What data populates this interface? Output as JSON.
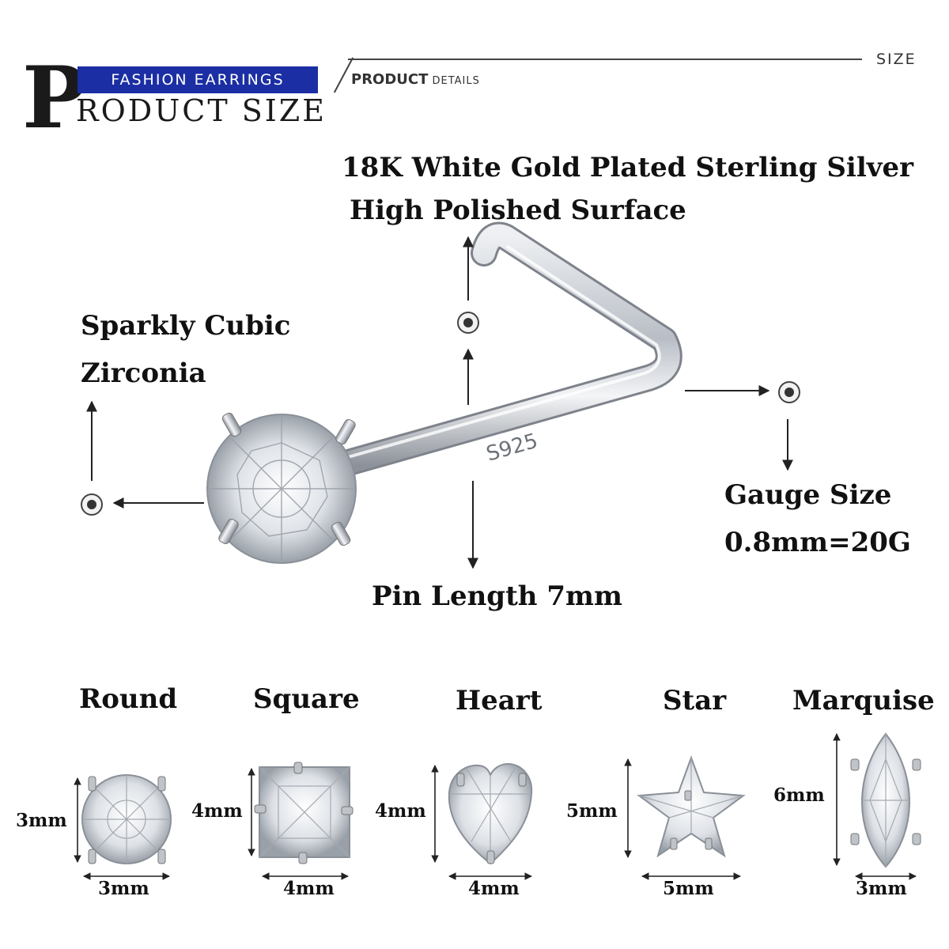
{
  "header": {
    "big_letter": "P",
    "banner": "FASHION EARRINGS",
    "title_rest": "RODUCT SIZE",
    "details_bold": "PRODUCT",
    "details_small": "DETAILS",
    "size_tag": "SIZE"
  },
  "specs": {
    "material_line1": "18K White Gold Plated Sterling Silver",
    "material_line2": "High Polished Surface",
    "stone_line1": "Sparkly Cubic",
    "stone_line2": "Zirconia",
    "gauge_line1": "Gauge Size",
    "gauge_line2": "0.8mm=20G",
    "pin_length": "Pin Length 7mm",
    "stamp": "S925"
  },
  "shapes": [
    {
      "name": "Round",
      "height": "3mm",
      "width": "3mm"
    },
    {
      "name": "Square",
      "height": "4mm",
      "width": "4mm"
    },
    {
      "name": "Heart",
      "height": "4mm",
      "width": "4mm"
    },
    {
      "name": "Star",
      "height": "5mm",
      "width": "5mm"
    },
    {
      "name": "Marquise",
      "height": "6mm",
      "width": "3mm"
    }
  ],
  "colors": {
    "banner": "#1b2ea3",
    "metal": "#c8ccd2",
    "text": "#111111"
  }
}
